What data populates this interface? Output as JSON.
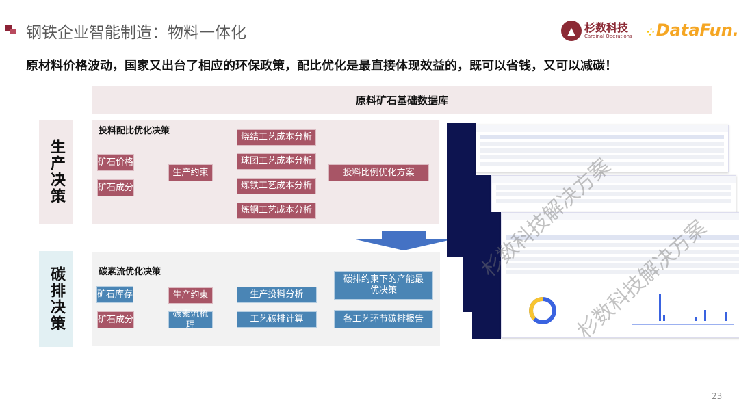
{
  "header": {
    "title": "钢铁企业智能制造：物料一体化",
    "subtitle": "原材料价格波动，国家又出台了相应的环保政策，配比优化是最直接体现效益的，既可以省钱，又可以减碳！",
    "logos": {
      "cardinal_cn": "杉数科技",
      "cardinal_en": "Cardinal Operations",
      "datafun": "DataFun."
    }
  },
  "database_label": "原料矿石基础数据库",
  "production": {
    "side_label": "生产决策",
    "panel_title": "投料配比优化决策",
    "inputs": [
      "矿石价格",
      "矿石成分"
    ],
    "constraint": "生产约束",
    "analyses": [
      "烧结工艺成本分析",
      "球团工艺成本分析",
      "炼铁工艺成本分析",
      "炼钢工艺成本分析"
    ],
    "output": "投料比例优化方案"
  },
  "carbon": {
    "side_label": "碳排决策",
    "panel_title": "碳素流优化决策",
    "inputs": [
      "矿石库存",
      "矿石成分"
    ],
    "middle": [
      "生产约束",
      "碳素流梳理"
    ],
    "analyses": [
      "生产投料分析",
      "工艺碳排计算"
    ],
    "outputs": [
      "碳排约束下的产能最优决策",
      "各工艺环节碳排报告"
    ]
  },
  "screenshots": {
    "watermark": "杉数科技解决方案"
  },
  "colors": {
    "red_box": "#a85566",
    "blue_box": "#4a85b5",
    "arrow": "#4472c4",
    "brand": "#8c2236"
  },
  "page_number": "23"
}
